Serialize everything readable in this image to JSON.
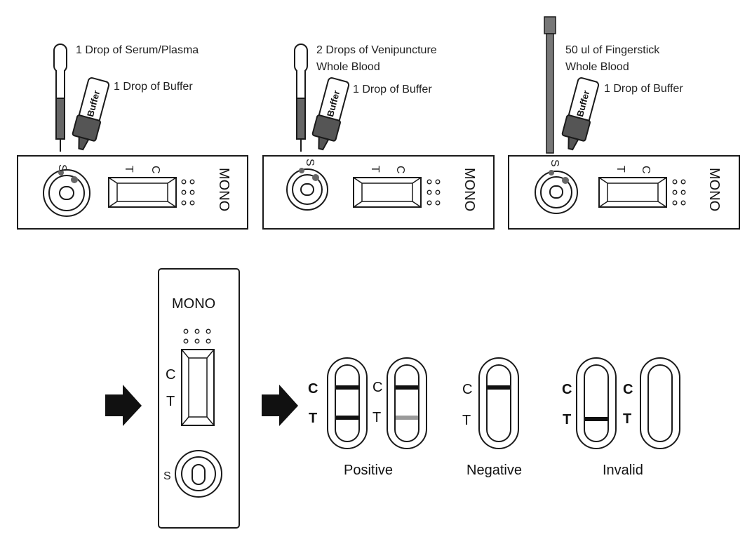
{
  "colors": {
    "stroke": "#1a1a1a",
    "sample_fill": "#666666",
    "buffer_fill": "#555555",
    "faint_line": "#9a9a9a",
    "arrow": "#111111"
  },
  "icons": [
    "pipette-icon",
    "buffer-bottle-icon",
    "capillary-tube-icon",
    "arrow-right-icon"
  ],
  "steps": [
    {
      "sample_label_line1": "1 Drop of Serum/Plasma",
      "sample_label_line2": "",
      "buffer_label": "1 Drop of Buffer",
      "bottle_text": "Buffer",
      "device_brand": "MONO",
      "well_letter": "S",
      "t_letter": "T",
      "c_letter": "C"
    },
    {
      "sample_label_line1": "2 Drops of Venipuncture",
      "sample_label_line2": "Whole Blood",
      "buffer_label": "1 Drop of Buffer",
      "bottle_text": "Buffer",
      "device_brand": "MONO",
      "well_letter": "S",
      "t_letter": "T",
      "c_letter": "C"
    },
    {
      "sample_label_line1": "50 ul of Fingerstick",
      "sample_label_line2": "Whole Blood",
      "buffer_label": "1 Drop of Buffer",
      "bottle_text": "Buffer",
      "device_brand": "MONO",
      "well_letter": "S",
      "t_letter": "T",
      "c_letter": "C"
    }
  ],
  "vertical_device": {
    "brand": "MONO",
    "c_letter": "C",
    "t_letter": "T",
    "s_letter": "S"
  },
  "results": {
    "c_letter": "C",
    "t_letter": "T",
    "positive_label": "Positive",
    "negative_label": "Negative",
    "invalid_label": "Invalid"
  }
}
